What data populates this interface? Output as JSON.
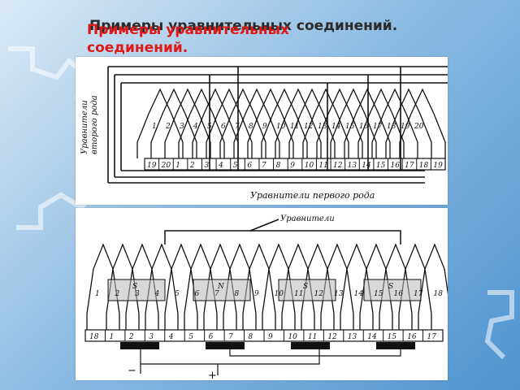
{
  "slide": {
    "title_dark": "Примеры уравнительных соединений.",
    "title_red": "Примеры уравнительных соединений."
  },
  "diagram_top": {
    "left_label_lines": [
      "Уравнители",
      "второго рода"
    ],
    "bottom_label": "Уравнители первого рода",
    "coil_numbers": [
      "1",
      "2",
      "3",
      "4",
      "5",
      "6",
      "7",
      "8",
      "9",
      "10",
      "11",
      "12",
      "13",
      "14",
      "15",
      "16",
      "17",
      "18",
      "19",
      "20"
    ],
    "commutator_numbers": [
      "19",
      "20",
      "1",
      "2",
      "3",
      "4",
      "5",
      "6",
      "7",
      "8",
      "9",
      "10",
      "11",
      "12",
      "13",
      "14",
      "15",
      "16",
      "17",
      "18",
      "19"
    ]
  },
  "diagram_bottom": {
    "top_label": "Уравнители",
    "slot_numbers": [
      "1",
      "2",
      "3",
      "4",
      "5",
      "6",
      "7",
      "8",
      "9",
      "10",
      "11",
      "12",
      "13",
      "14",
      "15",
      "16",
      "17",
      "18"
    ],
    "pole_labels": [
      "S",
      "N",
      "S",
      "S"
    ],
    "commutator_numbers": [
      "18",
      "1",
      "2",
      "3",
      "4",
      "5",
      "6",
      "7",
      "8",
      "9",
      "10",
      "11",
      "12",
      "13",
      "14",
      "15",
      "16",
      "17"
    ],
    "terminal_minus": "−",
    "terminal_plus": "+"
  }
}
